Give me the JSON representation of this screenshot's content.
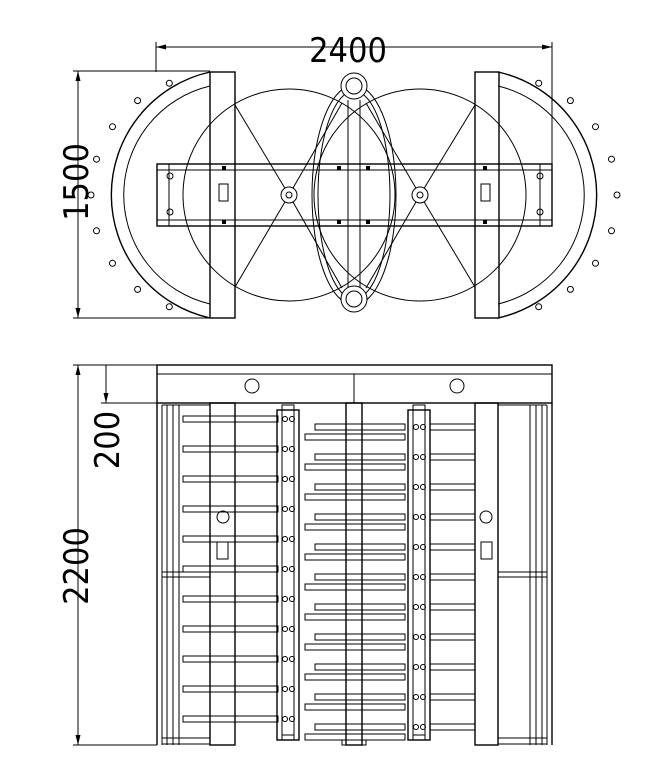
{
  "drawing": {
    "dimensions": {
      "top_width": "2400",
      "top_depth": "1500",
      "front_top_height": "200",
      "front_height": "2200"
    }
  }
}
